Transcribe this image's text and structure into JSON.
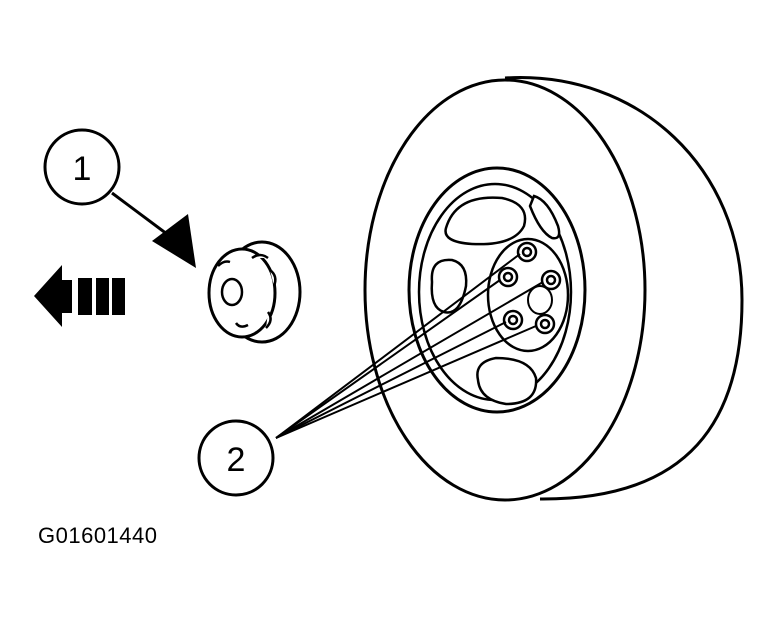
{
  "callouts": [
    {
      "number": "1"
    },
    {
      "number": "2"
    }
  ],
  "figure_id": "G01601440",
  "colors": {
    "ink": "#000000",
    "paper": "#ffffff"
  }
}
